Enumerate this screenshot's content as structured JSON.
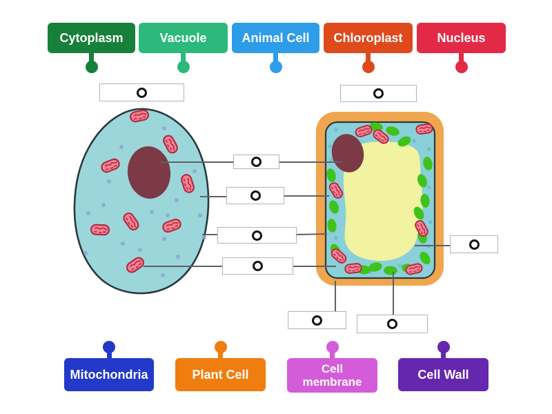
{
  "word_bank": {
    "top": [
      {
        "label": "Cytoplasm",
        "color": "#17803a"
      },
      {
        "label": "Vacuole",
        "color": "#2cb97b"
      },
      {
        "label": "Animal Cell",
        "color": "#2d9ce9"
      },
      {
        "label": "Chloroplast",
        "color": "#df4a1c"
      },
      {
        "label": "Nucleus",
        "color": "#e22a47"
      }
    ],
    "bottom": [
      {
        "label": "Mitochondria",
        "color": "#2339c9"
      },
      {
        "label": "Plant Cell",
        "color": "#f07d0f"
      },
      {
        "label": "Cell membrane",
        "color": "#d55cd9"
      },
      {
        "label": "Cell Wall",
        "color": "#6527ae"
      }
    ]
  },
  "drop_zones": {
    "count": 9,
    "ring_color": "#141414",
    "border_color": "#a9b4bf"
  },
  "illustration": {
    "animal_cell": {
      "cytoplasm_fill": "#9bd6da",
      "membrane_stroke": "#28393f",
      "nucleus_fill": "#7c3a46",
      "mitochondria_fill": "#f28496",
      "mitochondria_stroke": "#b02c40",
      "dot_color": "#8ca7cf"
    },
    "plant_cell": {
      "wall_fill": "#efa64f",
      "cytoplasm_fill": "#8ad0da",
      "membrane_stroke": "#2c3a38",
      "vacuole_fill": "#f1f3a1",
      "nucleus_fill": "#7c3a46",
      "chloroplast_fill": "#3fc31b",
      "mitochondria_fill": "#f28496",
      "dot_color": "#6fbfc9"
    },
    "connector_line_color": "#5d6166"
  }
}
